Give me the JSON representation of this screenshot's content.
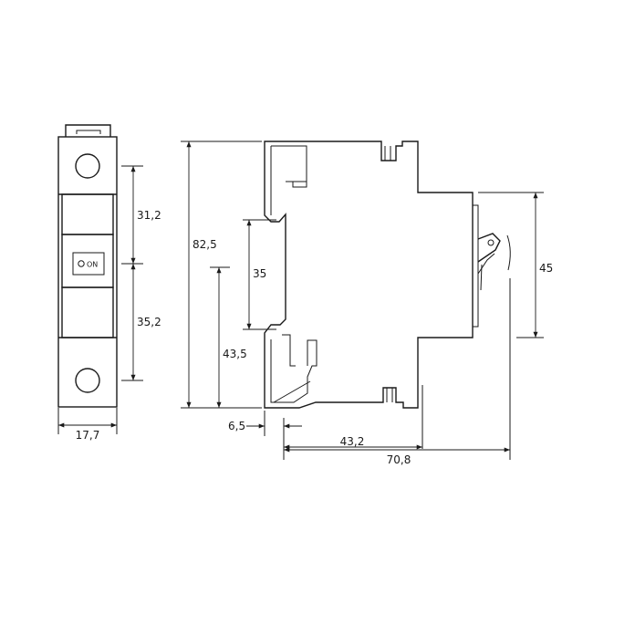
{
  "front_view": {
    "switch_label": "ON",
    "dim_width": "17,7",
    "dim_upper": "31,2",
    "dim_lower": "35,2"
  },
  "side_view": {
    "dim_total_height": "82,5",
    "dim_inner_height": "35",
    "dim_rail_height": "43,5",
    "dim_front_height": "45",
    "dim_rail_offset": "6,5",
    "dim_mid_depth": "43,2",
    "dim_total_depth": "70,8"
  }
}
